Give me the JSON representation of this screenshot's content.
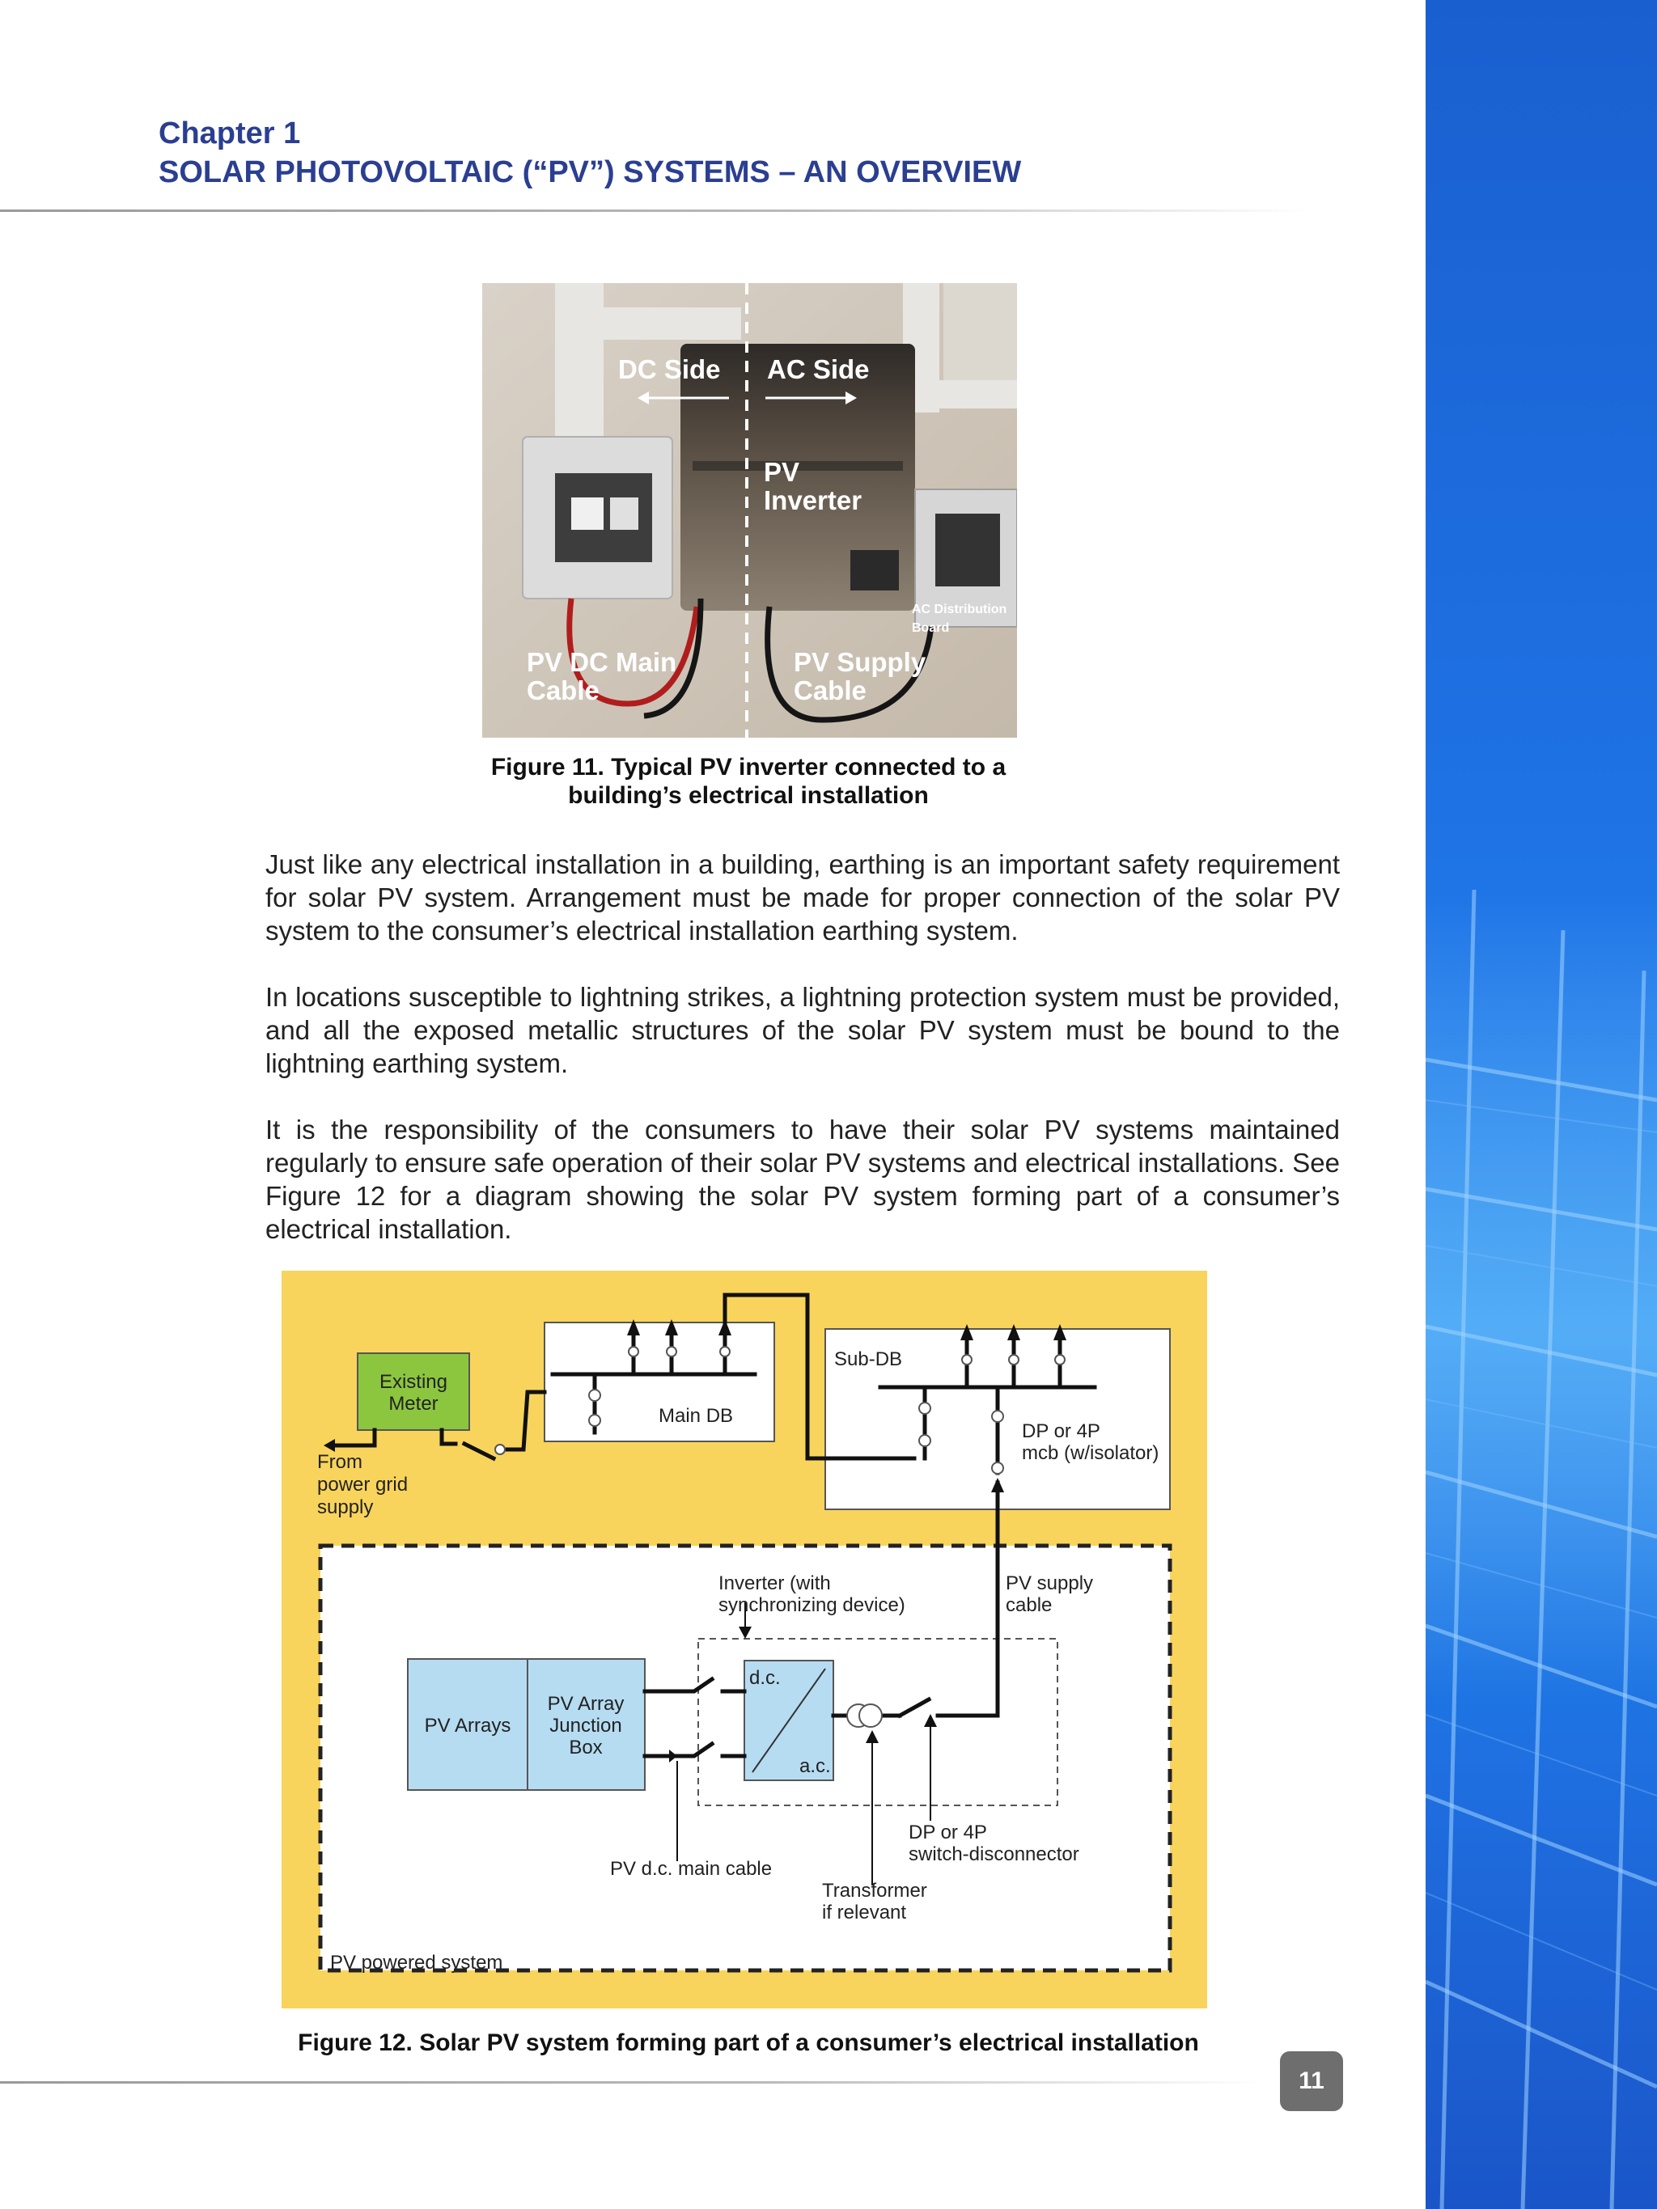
{
  "header": {
    "chapter": "Chapter 1",
    "title": "SOLAR PHOTOVOLTAIC (“PV”) SYSTEMS – AN OVERVIEW"
  },
  "figure11": {
    "labels": {
      "dc_side": "DC Side",
      "ac_side": "AC Side",
      "inverter_line1": "PV",
      "inverter_line2": "Inverter",
      "ac_db_line1": "AC Distribution",
      "ac_db_line2": "Board",
      "dc_cable_line1": "PV DC Main",
      "dc_cable_line2": "Cable",
      "supply_cable_line1": "PV Supply",
      "supply_cable_line2": "Cable"
    },
    "caption_line1": "Figure 11. Typical PV inverter connected to a",
    "caption_line2": "building’s electrical installation"
  },
  "paragraphs": [
    "Just like any electrical installation in a building, earthing is an important safety requirement for solar PV system. Arrangement must be made for proper connection of the solar PV system to the consumer’s electrical installation earthing system.",
    "In locations susceptible to lightning strikes, a lightning protection system must be provided, and all the exposed metallic structures of the solar PV system must be bound to the lightning earthing system.",
    "It is the responsibility of the consumers to have their solar PV systems maintained regularly to ensure safe operation of their solar PV systems and electrical installations. See Figure 12 for a diagram showing the solar PV system forming part of a consumer’s electrical installation."
  ],
  "figure12": {
    "labels": {
      "existing_meter_line1": "Existing",
      "existing_meter_line2": "Meter",
      "from_grid_line1": "From",
      "from_grid_line2": "power grid",
      "from_grid_line3": "supply",
      "main_db": "Main DB",
      "sub_db": "Sub-DB",
      "mcb_line1": "DP or 4P",
      "mcb_line2": "mcb (w/isolator)",
      "inverter_line1": "Inverter (with",
      "inverter_line2": "synchronizing device)",
      "pv_supply_line1": "PV supply",
      "pv_supply_line2": "cable",
      "pv_arrays": "PV Arrays",
      "junction_line1": "PV Array",
      "junction_line2": "Junction",
      "junction_line3": "Box",
      "dc": "d.c.",
      "ac": "a.c.",
      "dc_main_cable": "PV d.c. main cable",
      "switch_line1": "DP or 4P",
      "switch_line2": "switch-disconnector",
      "transformer_line1": "Transformer",
      "transformer_line2": "if relevant",
      "pv_powered": "PV powered system"
    },
    "caption": "Figure 12. Solar PV system forming part of a consumer’s electrical installation"
  },
  "page_number": "11",
  "colors": {
    "heading": "#2b3f91",
    "diagram_background": "#f9d45c",
    "meter": "#8cc63f",
    "pv_box": "#b6dcf2",
    "sidebar": "#1a6fe0"
  }
}
